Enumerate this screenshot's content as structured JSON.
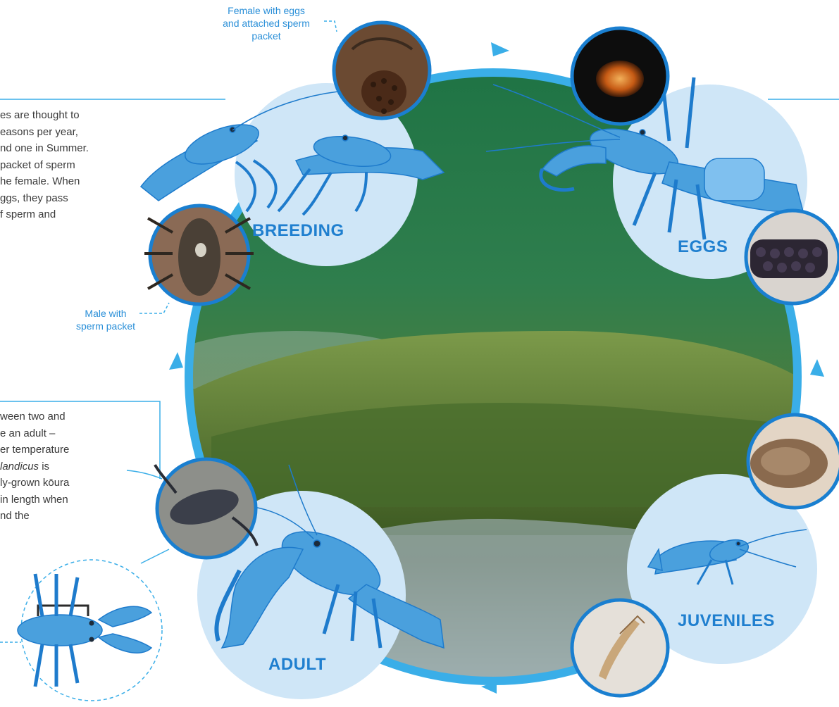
{
  "stages": {
    "breeding": "BREEDING",
    "eggs": "EGGS",
    "juveniles": "JUVENILES",
    "adult": "ADULT"
  },
  "captions": {
    "female": [
      "Female with eggs",
      "and attached sperm",
      "packet"
    ],
    "male": [
      "Male with",
      "sperm packet"
    ]
  },
  "breeding_text": [
    "es are thought to",
    "easons per year,",
    "nd one in Summer.",
    "packet of sperm",
    "he female. When",
    "ggs, they pass",
    "f sperm and"
  ],
  "adult_text": {
    "lines": [
      "ween two and",
      "e an adult –",
      "er temperature",
      "ly-grown kōura",
      "in length when",
      "nd the"
    ],
    "italic_word": "landicus",
    "italic_suffix": " is"
  },
  "colors": {
    "ring": "#3aaee8",
    "circle": "#cfe6f7",
    "stage_label": "#1f7fcf",
    "crayfish": "#4aa0dd",
    "crayfish_dark": "#1e7bcc",
    "caption": "#2a8fd8",
    "water_top": "#1d6a3c",
    "water_bottom": "#9fb0a0"
  },
  "icons": [
    "photo-female-eggs",
    "photo-egg",
    "photo-egg-cluster",
    "photo-larva-cluster",
    "photo-juvenile",
    "photo-adult",
    "photo-male-sperm"
  ]
}
